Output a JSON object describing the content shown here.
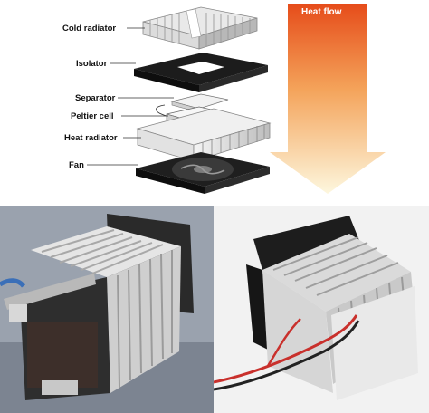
{
  "diagram": {
    "labels": {
      "cold_radiator": "Cold radiator",
      "isolator": "Isolator",
      "separator": "Separator",
      "peltier_cell": "Peltier cell",
      "heat_radiator": "Heat radiator",
      "fan": "Fan"
    },
    "flow_label": "Heat flow",
    "colors": {
      "arrow_top": "#e8501e",
      "arrow_bottom": "#fdf6d8",
      "isolator": "#1a1a1a",
      "fan_frame": "#222222"
    }
  },
  "photos": {
    "left": {
      "icon": "peltier-cooler-photo-assembled"
    },
    "right": {
      "icon": "peltier-cooler-photo-wired"
    }
  }
}
